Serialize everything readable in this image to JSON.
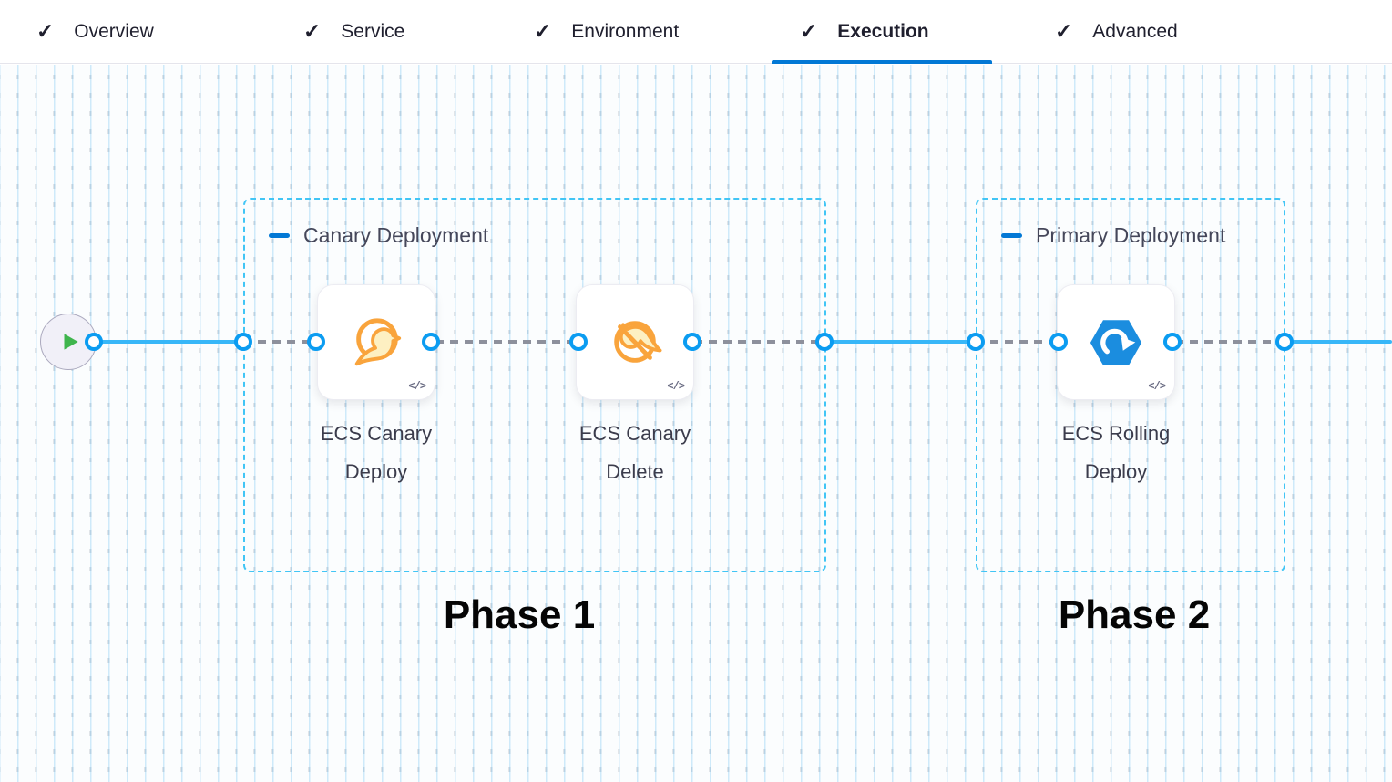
{
  "tabs": {
    "check_icon": "✓",
    "items": [
      {
        "label": "Overview",
        "completed": true,
        "active": false
      },
      {
        "label": "Service",
        "completed": true,
        "active": false
      },
      {
        "label": "Environment",
        "completed": true,
        "active": false
      },
      {
        "label": "Execution",
        "completed": true,
        "active": true
      },
      {
        "label": "Advanced",
        "completed": true,
        "active": false
      }
    ]
  },
  "canvas": {
    "start_node_icon": "play-icon",
    "code_icon_label": "</>",
    "groups": [
      {
        "title": "Canary Deployment",
        "phase_label": "Phase 1",
        "steps": [
          {
            "name": "ECS Canary Deploy",
            "icon": "canary-bird-icon"
          },
          {
            "name": "ECS Canary Delete",
            "icon": "canary-bird-slash-icon"
          }
        ]
      },
      {
        "title": "Primary Deployment",
        "phase_label": "Phase 2",
        "steps": [
          {
            "name": "ECS Rolling Deploy",
            "icon": "ecs-rolling-hexagon-icon"
          }
        ]
      }
    ]
  },
  "colors": {
    "accent_blue": "#0278d5",
    "node_ring_blue": "#0b9cf1",
    "flow_line_blue": "#38b7f8",
    "group_border_cyan": "#41c5f5",
    "canary_orange": "#f9a43c",
    "ecs_blue": "#1b8ddf",
    "play_green": "#3fb54d",
    "text_dark": "#1f1f2e"
  }
}
